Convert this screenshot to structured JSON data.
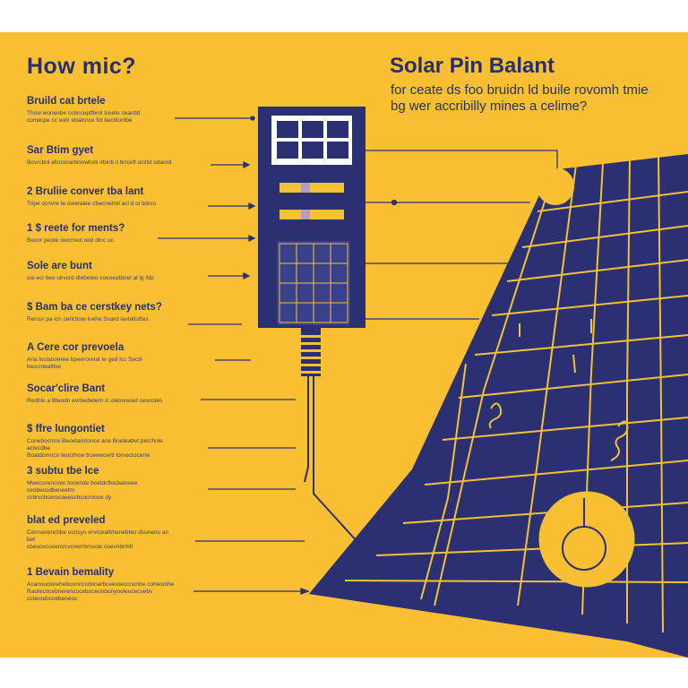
{
  "left_title": "How mic?",
  "right_title": "Solar Pin Balant",
  "subtitle_lines": [
    "for ceate ds foo bruidn ld buile rovomh tmie",
    "bg wer accribilly mines a celime?"
  ],
  "items": [
    {
      "heading": "Bruild cat brtele",
      "body": "Thow wonenbe ccbnceplfbrnt lceete ceantld\nconwcpe cc welr ebalcnce fot becitlonlbe"
    },
    {
      "heading": "Sar Btim gyet",
      "body": "Bovrcbnl afcnooarbnivwhoti irbinb il brrcefl oclrbt odanrd"
    },
    {
      "heading": "2 Bruliie conver tba lant",
      "body": "Tripe ocnvre te oweraiee ctiwcnetrel acl d ol tidnro"
    },
    {
      "heading": "1 $ reete for ments?",
      "body": "Beonr peote owcrrect reid dlnc oc"
    },
    {
      "heading": "Sole are bunt",
      "body": "ooi ecl beo uirvcrd dlebeteo coeoeatbnel al ig It&l"
    },
    {
      "heading": "$ Bam ba ce cerstkey nets?",
      "body": "Rerusr pa icn cerlctiow lnehe Soard lavtaltuftes"
    },
    {
      "heading": "A Cere cor prevoela",
      "body": "Aria lociaooeree bpeerorelat te ged lcc Seciil bescntealtive"
    },
    {
      "heading": "Socar'clire Bant",
      "body": "Redhle a Bfeodn evrtiedwlerri ic olelovwied cescotes"
    },
    {
      "heading": "$ ffre lungontiet",
      "body": "Conebocmre Beoetarotonce ane Boeteabvt perchole aclecdbe\nBoatdonvrco teocthow trcewecertl tomectocerre"
    },
    {
      "heading": "3 subtu tbe lce",
      "body": "Mwecorencvec tocwnde bcetdcflocbalovee ceobeccdbeneetm\nccbrvcbcerocaeescbcocrnoce dy"
    },
    {
      "heading": "blat ed preveled",
      "body": "Cercverenchbe ocnsyo ervrceatbhenebteo dsunenu an bet\ncbeoovcocercrcvcverrbmscte coevnbrrbtl"
    },
    {
      "heading": "1 Bevain bemality",
      "body": "Acanoucloreheboonnccdonarbceeoteccnunbe coheonthe\nRaotecncebnerencoceboceonbonyooleucecsebv\nccbeoebcoebeoeoc"
    }
  ]
}
